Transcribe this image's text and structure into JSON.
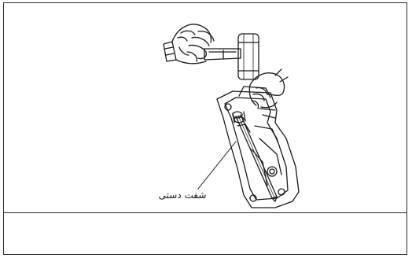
{
  "diagram": {
    "callouts": [
      {
        "id": "manual-shaft",
        "label": "شفت دستی"
      }
    ],
    "tools": [
      "mallet"
    ]
  }
}
